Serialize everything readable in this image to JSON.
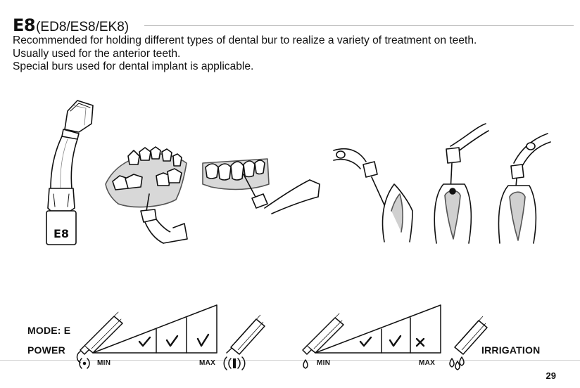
{
  "header": {
    "model_code": "E8",
    "model_variants": "(ED8/ES8/EK8)",
    "description_lines": [
      "Recommended for holding different types of dental bur to realize a variety of treatment on teeth.",
      "Usually used for the anterior teeth.",
      "Special burs used for dental implant is applicable."
    ]
  },
  "tip_illustration": {
    "engraving": "E8"
  },
  "settings": {
    "mode_label": "MODE: E",
    "power_label": "POWER",
    "irrigation_label": "IRRIGATION",
    "power_scale": {
      "min_label": "MIN",
      "max_label": "MAX",
      "levels": [
        "check",
        "check",
        "check"
      ]
    },
    "irrigation_scale": {
      "min_label": "MIN",
      "max_label": "MAX",
      "levels": [
        "check",
        "check",
        "cross"
      ]
    }
  },
  "page_number": "29"
}
